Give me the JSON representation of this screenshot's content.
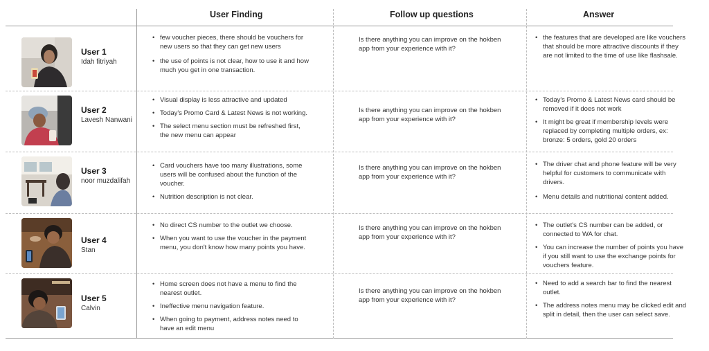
{
  "headers": {
    "finding": "User Finding",
    "followup": "Follow up questions",
    "answer": "Answer"
  },
  "rows": [
    {
      "user_label": "User 1",
      "name": "Idah fitriyah",
      "findings": [
        "few voucher pieces, there should be vouchers for new users so that they can get new users",
        "the use of points is not clear, how to use it and how much you get in one transaction."
      ],
      "question": "Is there anything you can improve on the hokben app from your experience with it?",
      "answers": [
        "the features that are developed are like vouchers that should be more attractive discounts if they are not limited to the time of use like flashsale."
      ]
    },
    {
      "user_label": "User 2",
      "name": "Lavesh Nanwani",
      "findings": [
        "Visual display is less attractive and updated",
        "Today's Promo Card & Latest News is not working.",
        "The select menu section must be refreshed first, the new menu can appear"
      ],
      "question": "Is there anything you can improve on the hokben app from your experience with it?",
      "answers": [
        "Today's Promo & Latest News card should be removed if it does not work",
        "It might be great if membership levels were replaced by completing multiple orders, ex: bronze: 5 orders, gold 20 orders"
      ]
    },
    {
      "user_label": "User 3",
      "name": "noor muzdalifah",
      "findings": [
        "Card vouchers have too many illustrations, some users will be confused about the function of the voucher.",
        "Nutrition description is not clear."
      ],
      "question": "Is there anything you can improve on the hokben app from your experience with it?",
      "answers": [
        "The driver chat and phone feature will be very helpful for customers to communicate with drivers.",
        "Menu details and nutritional content added."
      ]
    },
    {
      "user_label": "User 4",
      "name": "Stan",
      "findings": [
        "No direct CS number to the outlet we choose.",
        "When you want to use the voucher in the payment menu, you don't know how many points you have."
      ],
      "question": "Is there anything you can improve on the hokben app from your experience with it?",
      "answers": [
        "The outlet's CS number can be added, or connected to WA for chat.",
        "You can increase the number of points you have if you still want to use the exchange points for vouchers feature."
      ]
    },
    {
      "user_label": "User 5",
      "name": "Calvin",
      "findings": [
        "Home screen does not have a menu to find the nearest outlet.",
        "Ineffective menu navigation feature.",
        "When going to payment, address notes need to have an edit menu"
      ],
      "question": "Is there anything you can improve on the hokben app from your experience with it?",
      "answers": [
        "Need to add a search bar to find the nearest outlet.",
        "The address notes menu may be clicked edit and split in detail, then the user can select save."
      ]
    }
  ]
}
